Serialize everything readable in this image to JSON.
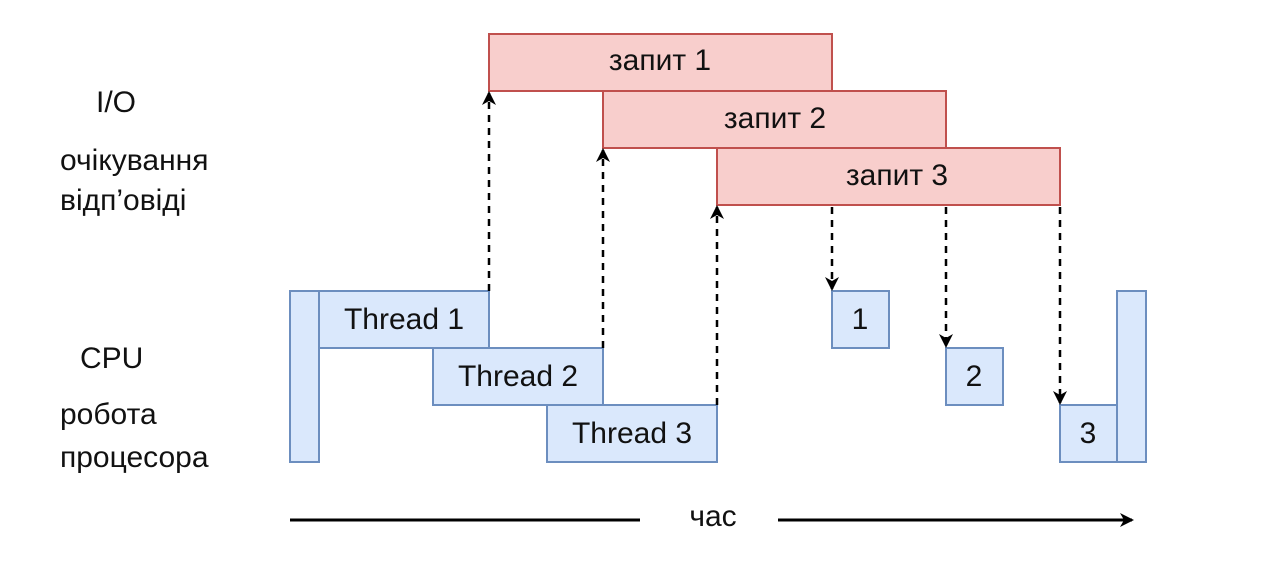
{
  "colors": {
    "io_fill": "#f8cecc",
    "io_stroke": "#c0504d",
    "cpu_fill": "#dae8fc",
    "cpu_stroke": "#6c8ebf",
    "arrow": "#000000"
  },
  "labels": {
    "io": "I/O",
    "io_desc_1": "очікування",
    "io_desc_2": "відп’овіді",
    "cpu": "CPU",
    "cpu_desc_1": "робота",
    "cpu_desc_2": "процесора",
    "time": "час"
  },
  "io_requests": [
    {
      "label": "запит 1"
    },
    {
      "label": "запит 2"
    },
    {
      "label": "запит 3"
    }
  ],
  "threads": [
    {
      "label": "Thread 1"
    },
    {
      "label": "Thread 2"
    },
    {
      "label": "Thread 3"
    }
  ],
  "responses": [
    {
      "label": "1"
    },
    {
      "label": "2"
    },
    {
      "label": "3"
    }
  ]
}
